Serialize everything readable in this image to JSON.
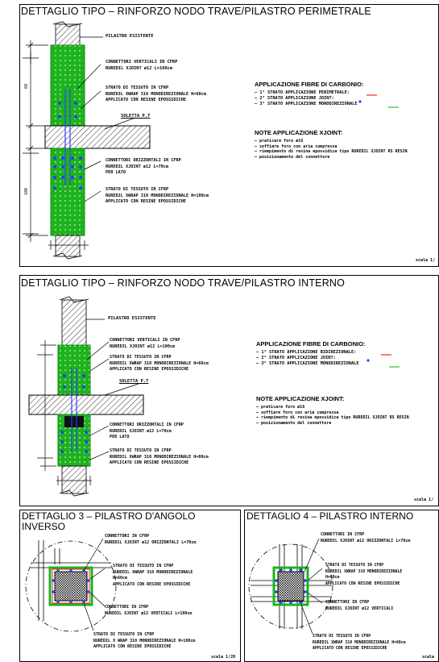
{
  "panel1": {
    "title": "DETTAGLIO TIPO  –  RINFORZO NODO TRAVE/PILASTRO PERIMETRALE",
    "labels": {
      "pilastro": "PILASTRO ESISTENTE",
      "conn_vert": [
        "CONNETTORI VERTICALI IN CFRP",
        "RUREDIL XJOINT ø12 L=100cm"
      ],
      "strato": [
        "STRATO DI TESSUTO IN CFRP",
        "RUREDIL XWRAP 310 MONODIREZIONALE H=60cm",
        "APPLICATO CON RESINE EPOSSIDICHE"
      ],
      "soletta": "SOLETTA P.T",
      "conn_orizz": [
        "CONNETTORI ORIZZONTALI IN CFRP",
        "RUREDIL XJOINT ø12 L=70cm",
        "PER LATO"
      ],
      "strato2": [
        "STRATO DI TESSUTO IN CFRP",
        "RUREDIL XWRAP 310 MONODIREZIONALE H=100cm",
        "APPLICATO CON RESINE EPOSSIDICHE"
      ]
    },
    "applicazione": {
      "title": "APPLICAZIONE FIBRE DI CARBONIO:",
      "items": [
        "–  1° STRATO APPLICAZIONE PERIMETRALE:",
        "–  2° STRATO APPLICAZIONE JOINT:",
        "–  3° STRATO APPLICAZIONE MONODIREZIONALE"
      ]
    },
    "note": {
      "title": "NOTE APPLICAZIONE XJOINT:",
      "items": [
        "–  praticare foro ø16",
        "–  soffiare foro con aria compressa",
        "–  riempimento di resina epossidica tipo RUREDIL XJOINT RS RESIN",
        "–  posizionamento del connettore"
      ]
    },
    "scale": "scala 1/"
  },
  "panel2": {
    "title": "DETTAGLIO TIPO  –  RINFORZO NODO TRAVE/PILASTRO INTERNO",
    "labels": {
      "pilastro": "PILASTRO ESISTENTE",
      "conn_vert": [
        "CONNETTORI VERTICALI IN CFRP",
        "RUREDIL XJOINT ø12 L=100cm"
      ],
      "strato": [
        "STRATO DI TESSUTO IN CFRP",
        "RUREDIL XWRAP 310 MONODIREZIONALE H=60cm",
        "APPLICATO CON RESINE EPOSSIDICHE"
      ],
      "soletta": "SOLETTA P.T",
      "conn_orizz": [
        "CONNETTORI ORIZZONTALI IN CFRP",
        "RUREDIL XJOINT ø12 L=70cm",
        "PER LATO"
      ],
      "strato2": [
        "STRATO DI TESSUTO IN CFRP",
        "RUREDIL XWRAP 310 MONODIREZIONALE H=80cm",
        "APPLICATO CON RESINE EPOSSIDICHE"
      ]
    },
    "applicazione": {
      "title": "APPLICAZIONE FIBRE DI CARBONIO:",
      "items": [
        "–  1° STRATO APPLICAZIONE BIDIREZIONALE:",
        "–  2° STRATO APPLICAZIONE JOINT:",
        "–  3° STRATO APPLICAZIONE MONODIREZIONALE"
      ]
    },
    "note": {
      "title": "NOTE APPLICAZIONE XJOINT:",
      "items": [
        "–  praticare foro ø16",
        "–  soffiare foro con aria compressa",
        "–  riempimento di resina epossidica tipo RUREDIL XJOINT RS RESIN",
        "–  posizionamento del connettore"
      ]
    },
    "scale": "scala 1/"
  },
  "panel3": {
    "title": "DETTAGLIO 3  –  PILASTRO D'ANGOLO INVERSO",
    "labels": {
      "conn": [
        "CONNETTORI IN CFRP",
        "RUREDIL XJOINT ø12 ORIZZONTALI L=70cm"
      ],
      "strato": [
        "STRATO DI TESSUTO IN CFRP",
        "RUREDIL XWRAP 310 MONODIREZIONALE",
        "H=60cm",
        "APPLICATO CON RESINE EPOSSIDICHE"
      ],
      "conn2": [
        "CONNETTORI IN CFRP",
        "RUREDIL XJOINT ø12 VERTICALI L=100cm"
      ],
      "strato2": [
        "STRATO DI TESSUTO IN CFRP",
        "RUREDIL X WRAP 310 MONODIREZIONALE H=100cm",
        "APPLICATO CON RESINE EPOSSIDICHE"
      ]
    },
    "scale": "scala 1/20"
  },
  "panel4": {
    "title": "DETTAGLIO 4  –  PILASTRO INTERNO",
    "labels": {
      "conn": [
        "CONNETTORI IN CFRP",
        "RUREDIL XJOINT ø12 ORIZZONTALI L=70cm"
      ],
      "strato": [
        "STRATO DI TESSUTO IN CFRP",
        "RUREDIL XWRAP 310 MONODIREZIONALE",
        "H=60cm",
        "APPLICATO CON RESINE EPOSSIDICHE"
      ],
      "conn2": [
        "CONNETTORI IN CFRP",
        "RUREDIL XJOINT ø12 VERTICALI"
      ],
      "strato2": [
        "STRATO DI TESSUTO IN CFRP",
        "RUREDIL XWRAP 310 MONODIREZIONALE H=60cm",
        "APPLICATO CON RESINE EPOSSIDICHE"
      ]
    },
    "scale": "scala"
  },
  "colors": {
    "green": "#1db31d",
    "dark_green": "#0a8a0a",
    "red": "#ff2020",
    "blue": "#2a3cff",
    "green_legend": "#22cc22"
  }
}
